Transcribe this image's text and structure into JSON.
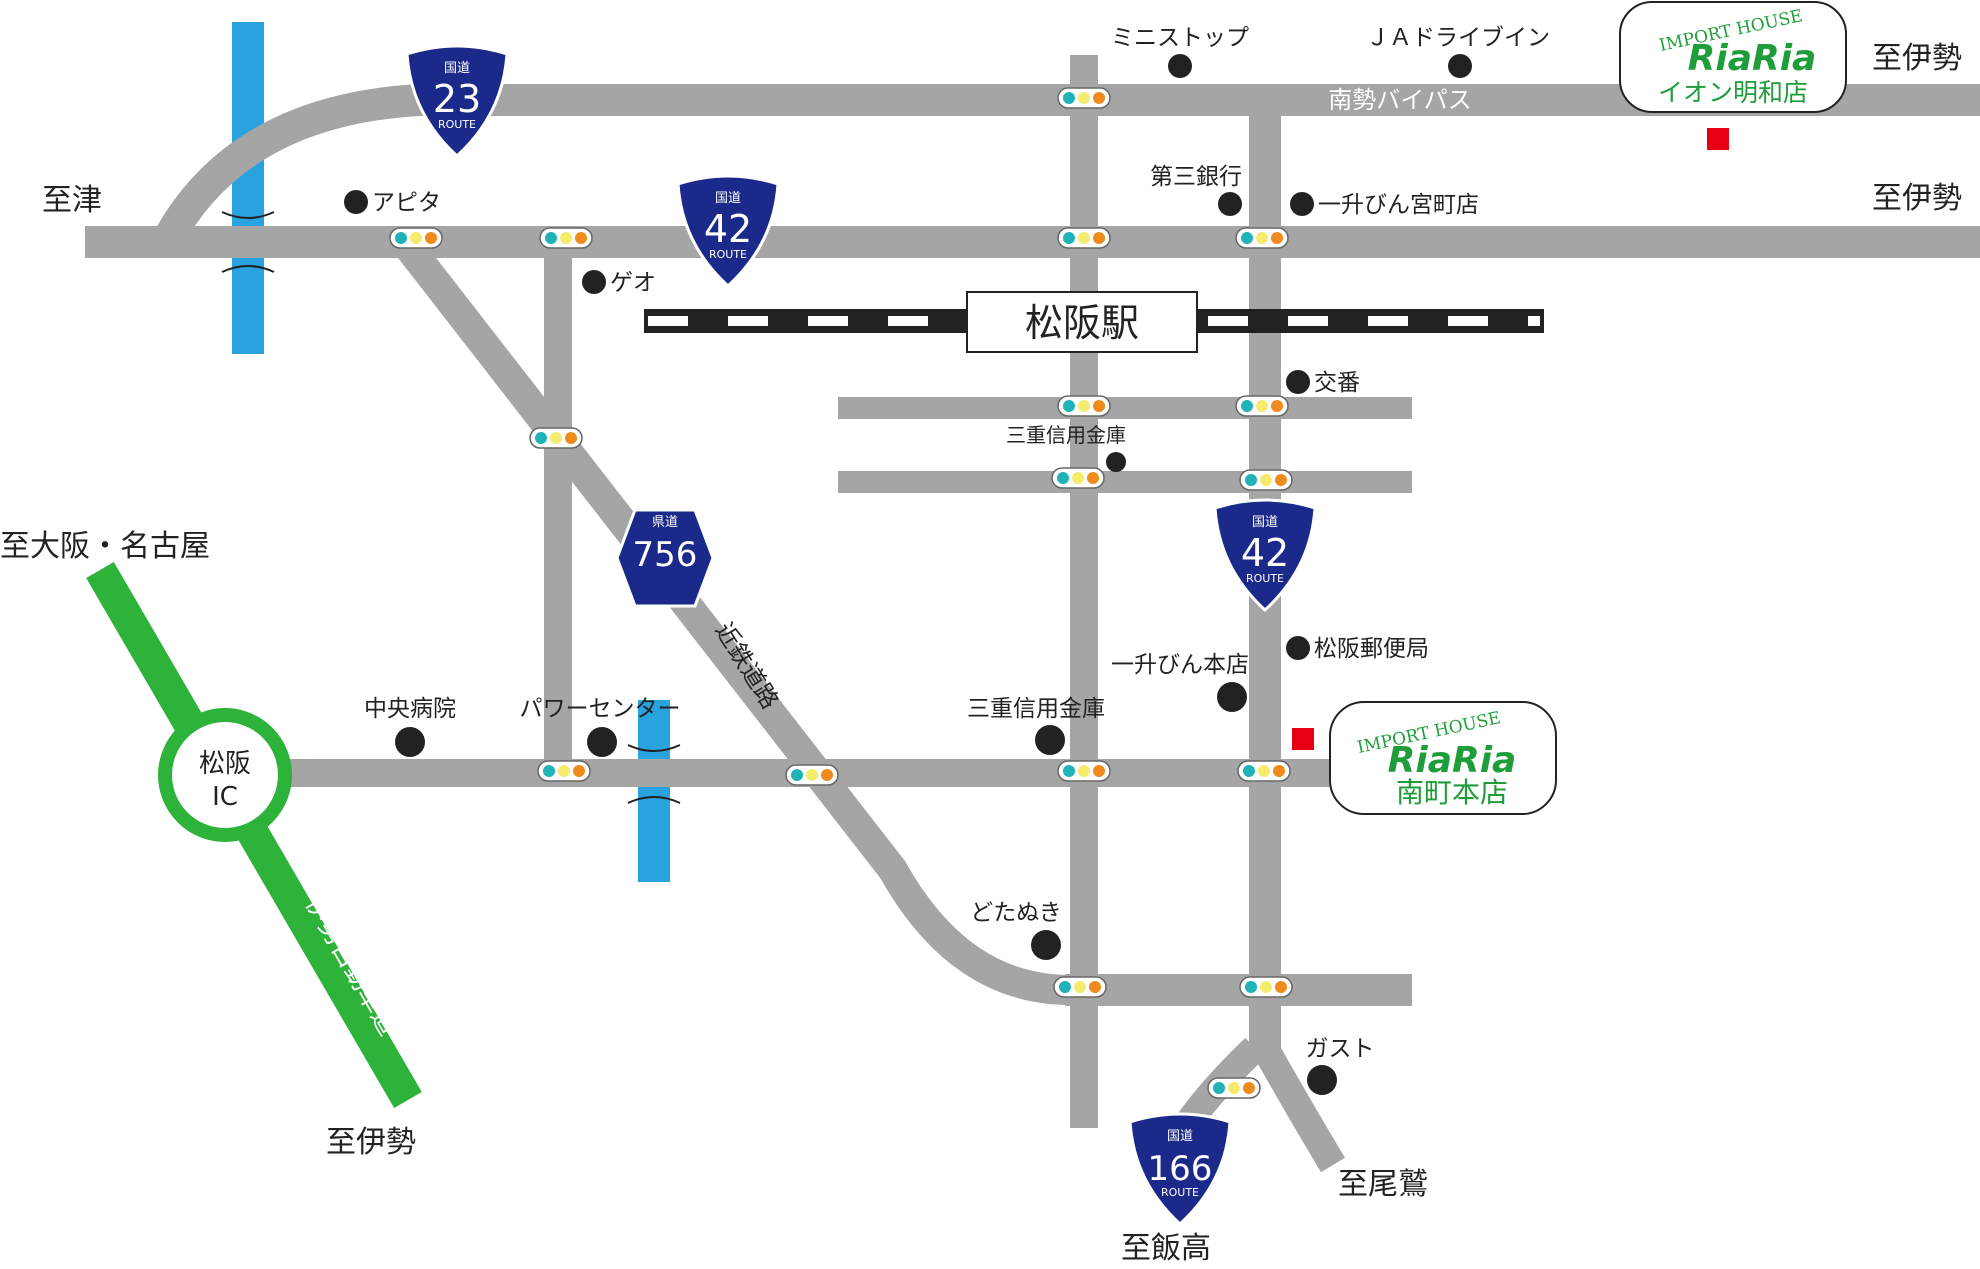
{
  "destinations": {
    "to_tsu": "至津",
    "to_ise_top": "至伊勢",
    "to_ise_mid": "至伊勢",
    "to_osaka_nagoya": "至大阪・名古屋",
    "to_ise_bottom": "至伊勢",
    "to_iitaka": "至飯高",
    "to_owase": "至尾鷲"
  },
  "road_names": {
    "bypass": "南勢バイパス",
    "kintetsu": "近鉄道路",
    "expressway": "伊勢自動車道"
  },
  "station": {
    "name": "松阪駅"
  },
  "interchange": {
    "line1": "松阪",
    "line2": "IC"
  },
  "route_shields": [
    {
      "kind": "国道",
      "number": "23",
      "sub": "ROUTE"
    },
    {
      "kind": "国道",
      "number": "42",
      "sub": "ROUTE"
    },
    {
      "kind": "県道",
      "number": "756",
      "sub": ""
    },
    {
      "kind": "国道",
      "number": "42",
      "sub": "ROUTE"
    },
    {
      "kind": "国道",
      "number": "166",
      "sub": "ROUTE"
    }
  ],
  "landmarks": {
    "ministop": "ミニストップ",
    "ja_drivein": "ＪＡドライブイン",
    "daisan_bank": "第三銀行",
    "issho_miyamachi": "一升びん宮町店",
    "apita": "アピタ",
    "geo": "ゲオ",
    "koban": "交番",
    "sanju_credit_1": "三重信用金庫",
    "post_office": "松阪郵便局",
    "issho_honten": "一升びん本店",
    "chuo_hospital": "中央病院",
    "power_center": "パワーセンター",
    "sanju_credit_2": "三重信用金庫",
    "dotanuki": "どたぬき",
    "gusto": "ガスト"
  },
  "stores": [
    {
      "header": "IMPORT HOUSE",
      "logo": "RiaRia",
      "name": "イオン明和店"
    },
    {
      "header": "IMPORT HOUSE",
      "logo": "RiaRia",
      "name": "南町本店"
    }
  ],
  "colors": {
    "road": "#a5a5a5",
    "river": "#29a3e0",
    "expressway": "#2db23a",
    "shield": "#1b2a8a",
    "store_green": "#1e9d3a",
    "marker_red": "#e60012",
    "signal_teal": "#1fb3b8",
    "signal_yellow": "#f5ec6c",
    "signal_orange": "#f08a1c"
  }
}
